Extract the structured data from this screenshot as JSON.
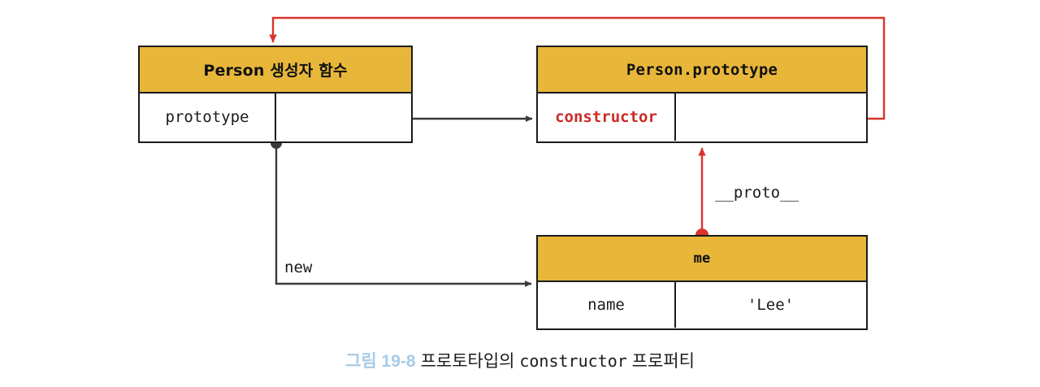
{
  "diagram": {
    "title": "프로토타입의 constructor 프로퍼티",
    "colors": {
      "header_fill": "#e8b73a",
      "border": "#1b1b1b",
      "accent_red": "#cc2a26",
      "edge_dark": "#3a3a3a",
      "caption_blue": "#a6cbe8",
      "background": "#ffffff"
    },
    "boxes": {
      "person": {
        "header": "Person 생성자 함수",
        "rows": [
          {
            "key": "prototype",
            "value": ""
          }
        ]
      },
      "prototype": {
        "header": "Person.prototype",
        "rows": [
          {
            "key": "constructor",
            "value": ""
          }
        ]
      },
      "me": {
        "header": "me",
        "rows": [
          {
            "key": "name",
            "value": "'Lee'"
          }
        ]
      }
    },
    "edges": {
      "new_label": "new",
      "proto_label": "__proto__"
    }
  },
  "caption": {
    "figure_number": "그림 19-8",
    "text_before": "프로토타입의 ",
    "code": "constructor",
    "text_after": " 프로퍼티"
  }
}
